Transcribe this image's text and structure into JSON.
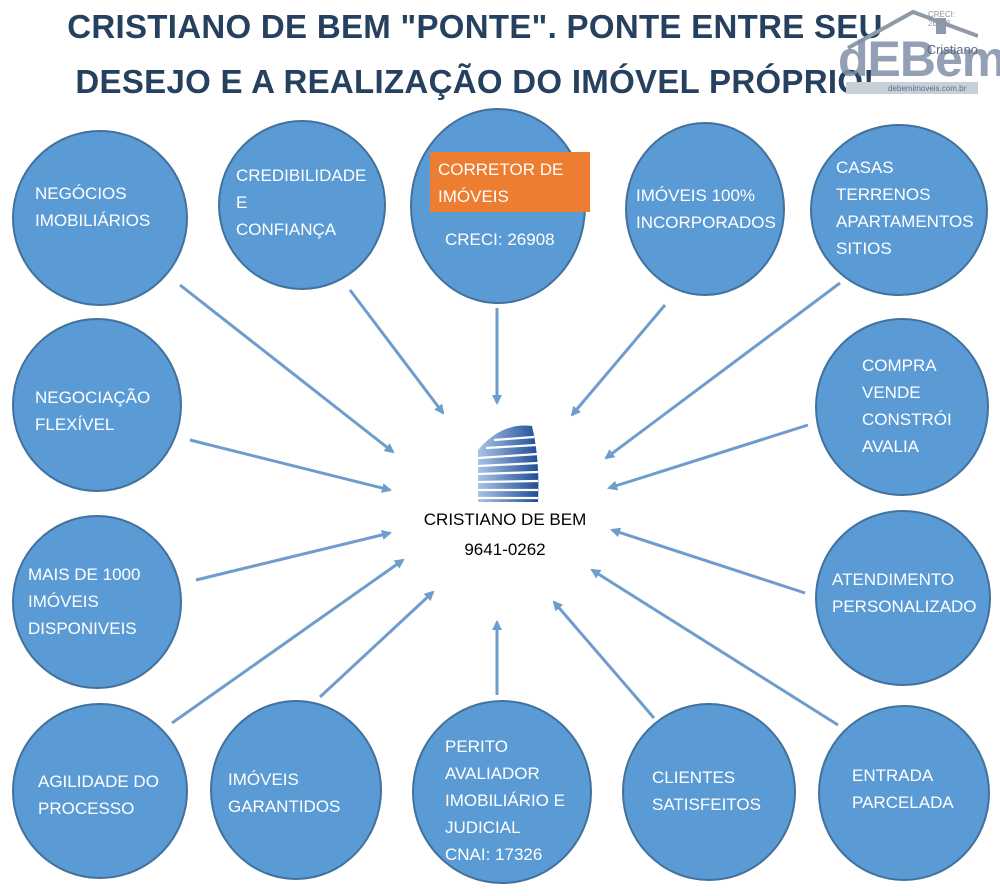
{
  "title": {
    "line1": "CRISTIANO DE BEM \"PONTE\". PONTE ENTRE SEU",
    "line2": "DESEJO E A REALIZAÇÃO DO IMÓVEL PRÓPRIO!"
  },
  "logo": {
    "wordmark": "dEBem",
    "name": "Cristiano",
    "url": "debemimoveis.com.br",
    "creci": "CRECI: 26908"
  },
  "center": {
    "name": "CRISTIANO DE BEM",
    "phone": "9641-0262",
    "icon": "building-icon"
  },
  "nodes": {
    "negocios": "NEGÓCIOS\nIMOBILIÁRIOS",
    "credibilidade": "CREDIBILIDADE\n      E\n  CONFIANÇA",
    "corretor": "CORRETOR DE\nIMÓVEIS",
    "creci": "CRECI: 26908",
    "incorporados": "IMÓVEIS 100%\nINCORPORADOS",
    "casas": "CASAS\nTERRENOS\nAPARTAMENTOS\nSITIOS",
    "negociacao": "NEGOCIAÇÃO\nFLEXÍVEL",
    "compra": "COMPRA\nVENDE\nCONSTRÓI\nAVALIA",
    "mais": "MAIS DE 1000\nIMÓVEIS\nDISPONIVEIS",
    "atendimento": "ATENDIMENTO\nPERSONALIZADO",
    "agilidade": "AGILIDADE DO\nPROCESSO",
    "garantidos": "IMÓVEIS\nGARANTIDOS",
    "perito": "PERITO\nAVALIADOR\nIMOBILIÁRIO E\nJUDICIAL\nCNAI: 17326",
    "clientes": "CLIENTES\nSATISFEITOS",
    "entrada": "ENTRADA\nPARCELADA"
  },
  "colors": {
    "circle_fill": "#5b9bd5",
    "circle_border": "#41719c",
    "arrow": "#6e9ccd",
    "title": "#25415f",
    "highlight": "#ed7d31"
  }
}
